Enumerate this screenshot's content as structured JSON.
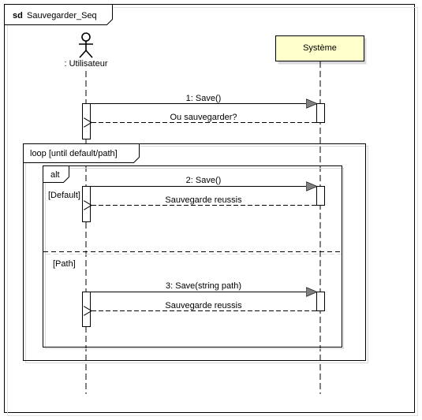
{
  "frame": {
    "keyword": "sd",
    "name": "Sauvegarder_Seq"
  },
  "actor": {
    "name": ": Utilisateur"
  },
  "system": {
    "name": "Système"
  },
  "messages": [
    {
      "label": "1: Save()"
    },
    {
      "label": "Ou sauvegarder?"
    },
    {
      "label": "2: Save()"
    },
    {
      "label": "Sauvegarde reussis"
    },
    {
      "label": "3: Save(string path)"
    },
    {
      "label": "Sauvegarde reussis"
    }
  ],
  "loop": {
    "label": "loop  [until default/path]"
  },
  "alt": {
    "label": "alt",
    "guards": [
      "[Default]",
      "[Path]"
    ]
  },
  "colors": {
    "system_fill": "#ffffcc",
    "stroke": "#000000",
    "frame_gray": "#d9d9d9"
  }
}
